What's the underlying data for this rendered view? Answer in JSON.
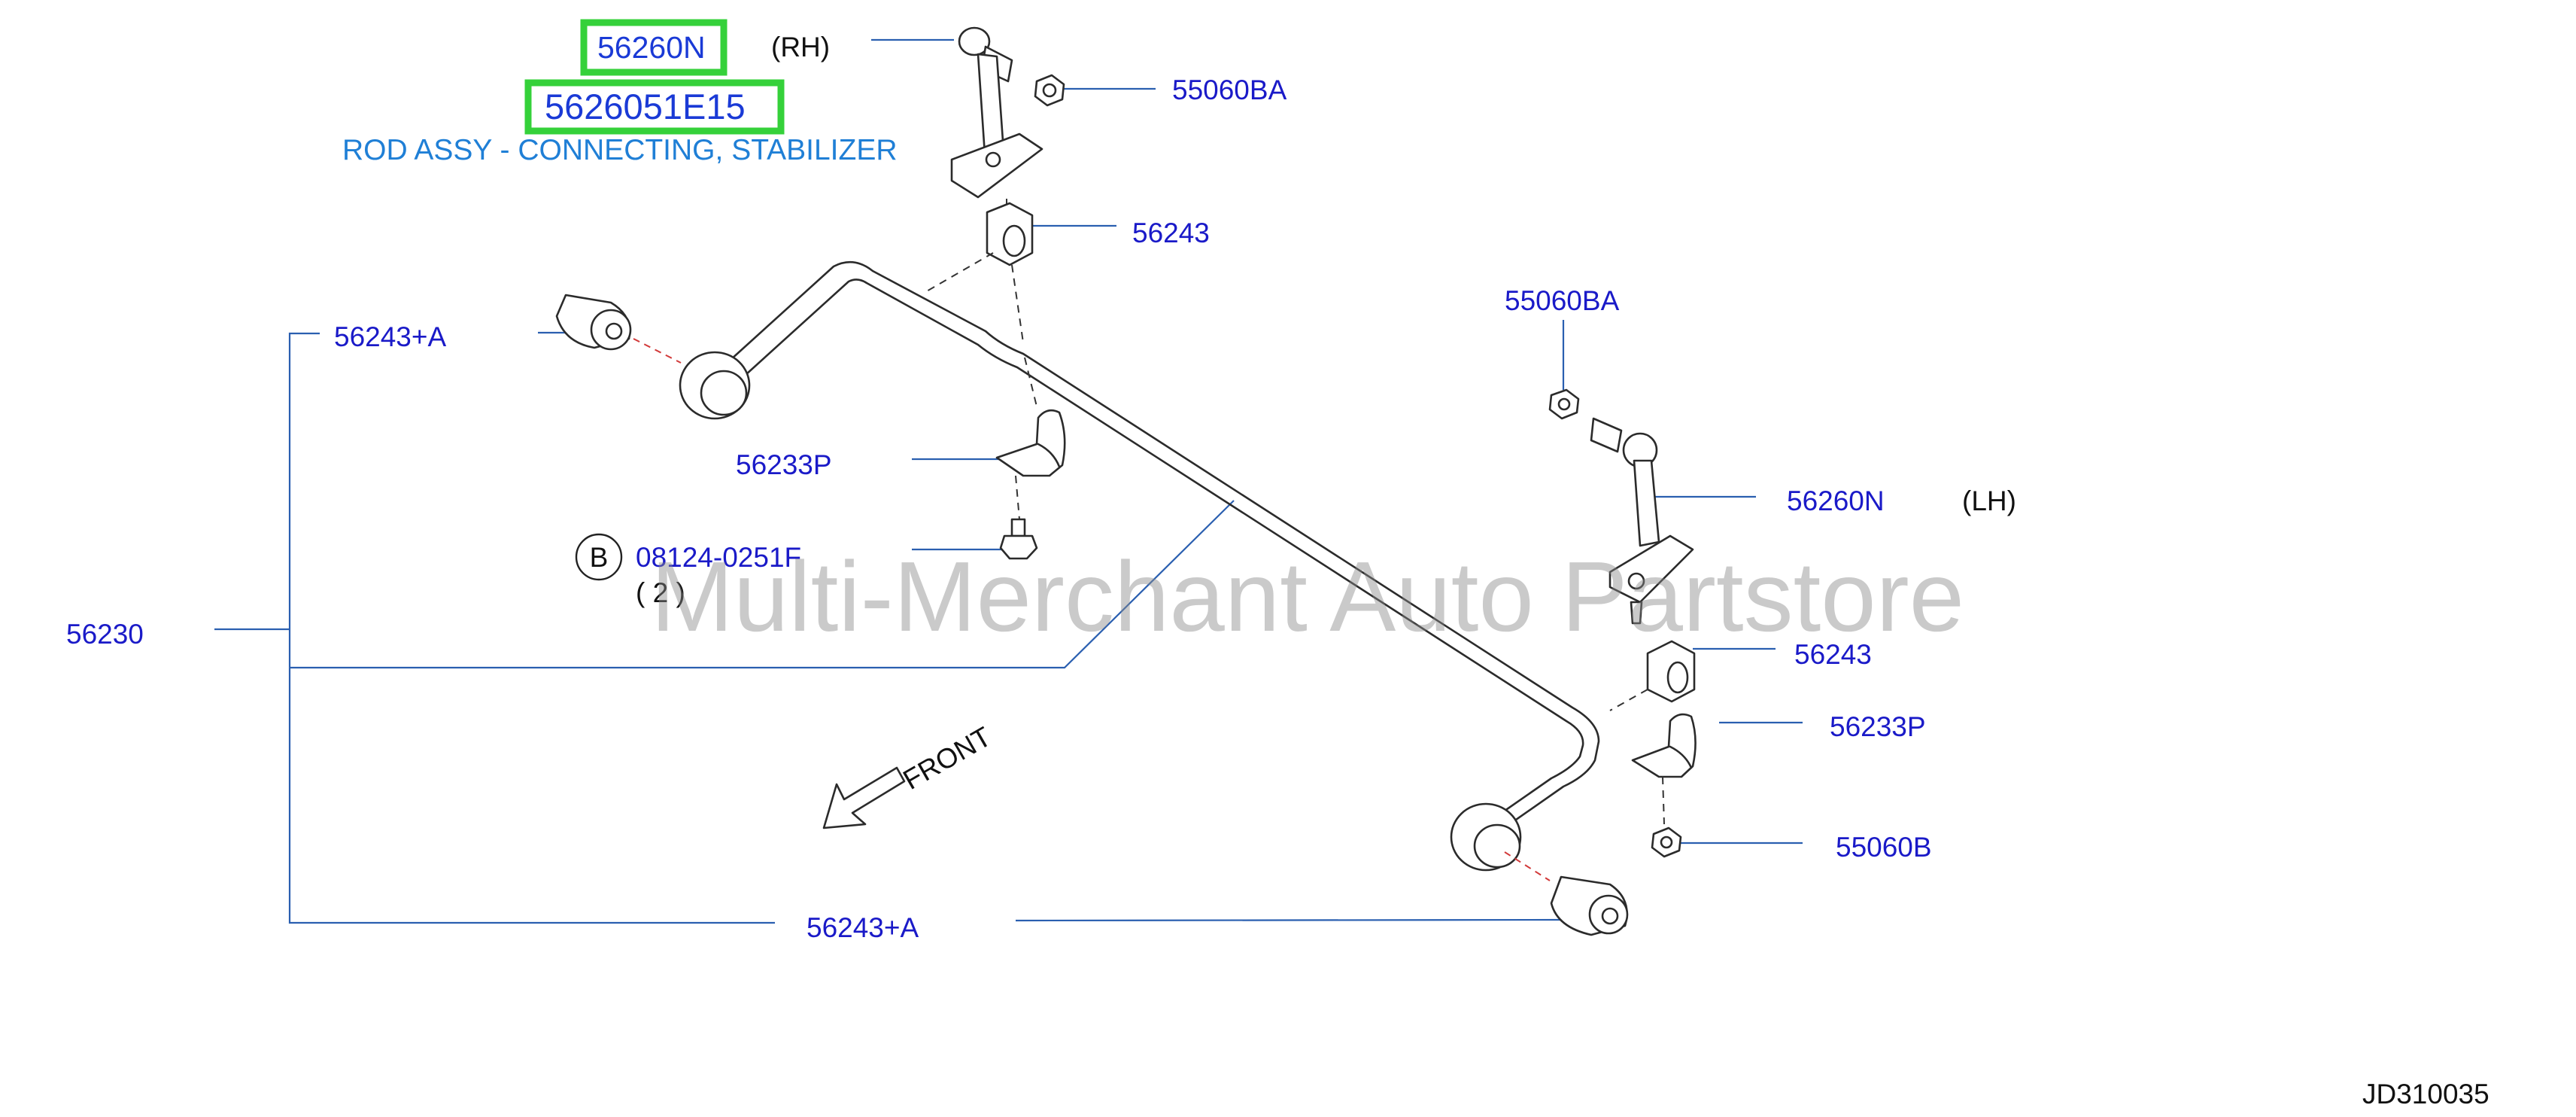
{
  "diagram": {
    "highlight": {
      "part_number": "56260N",
      "side_rh": "(RH)",
      "catalog_number": "5626051E15",
      "description": "ROD ASSY - CONNECTING, STABILIZER",
      "highlight_color": "#35d13a"
    },
    "labels": {
      "nut_top": "55060BA",
      "bushing_top": "56243",
      "bushing_left_a": "56243+A",
      "nut_right": "55060BA",
      "clamp_left": "56233P",
      "bolt_code_circle": "B",
      "bolt_number": "08124-0251F",
      "bolt_qty": "( 2 )",
      "link_left": "56260N",
      "side_lh": "(LH)",
      "bar_assembly": "56230",
      "bushing_lower": "56243",
      "clamp_right": "56233P",
      "nut_lower": "55060B",
      "bushing_bottom_a": "56243+A",
      "front": "FRONT",
      "drawing_code": "JD310035"
    },
    "watermark": "Multi-Merchant Auto Partstore",
    "colors": {
      "part_label": "#1a1ac8",
      "description": "#1f7fd6",
      "leader_line": "#2a5fb0",
      "drawing": "#2b2b2b"
    }
  }
}
